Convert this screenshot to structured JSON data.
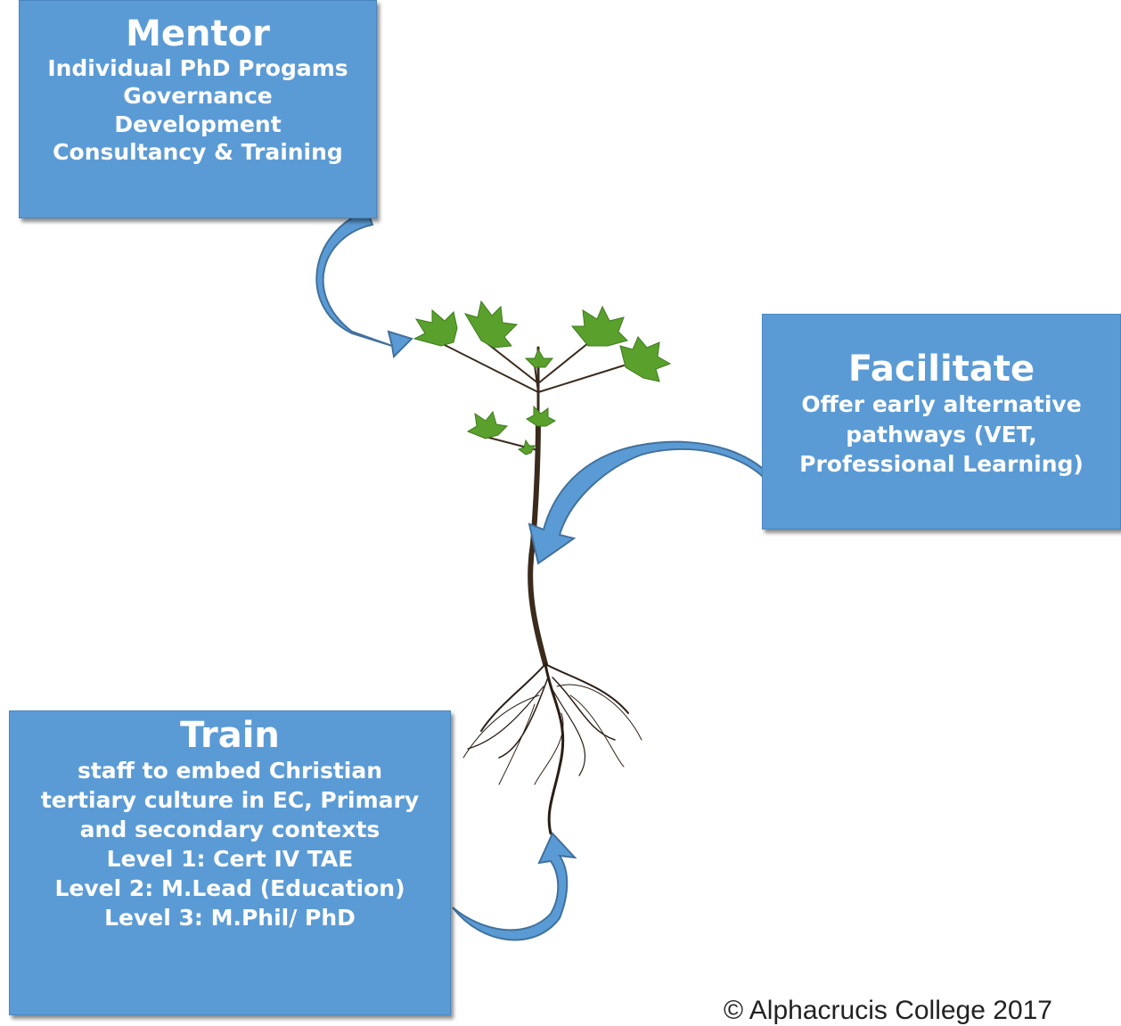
{
  "mentor": {
    "title": "Mentor",
    "lines": [
      "Individual PhD Progams",
      "Governance",
      "Development",
      "Consultancy & Training"
    ]
  },
  "facilitate": {
    "title": "Facilitate",
    "lines": [
      "Offer early alternative",
      "pathways (VET,",
      "Professional Learning)"
    ]
  },
  "train": {
    "title": "Train",
    "lines": [
      "staff to embed Christian",
      "tertiary culture in EC, Primary",
      "and secondary contexts",
      "Level 1: Cert IV TAE",
      "Level 2: M.Lead (Education)",
      "Level 3: M.Phil/ PhD"
    ]
  },
  "footer": {
    "copyright": "© Alphacrucis College 2017"
  },
  "colors": {
    "box_fill": "#5b9bd5",
    "box_text": "#ffffff",
    "leaf_green": "#5aa02c",
    "stem": "#3a2a1c"
  }
}
